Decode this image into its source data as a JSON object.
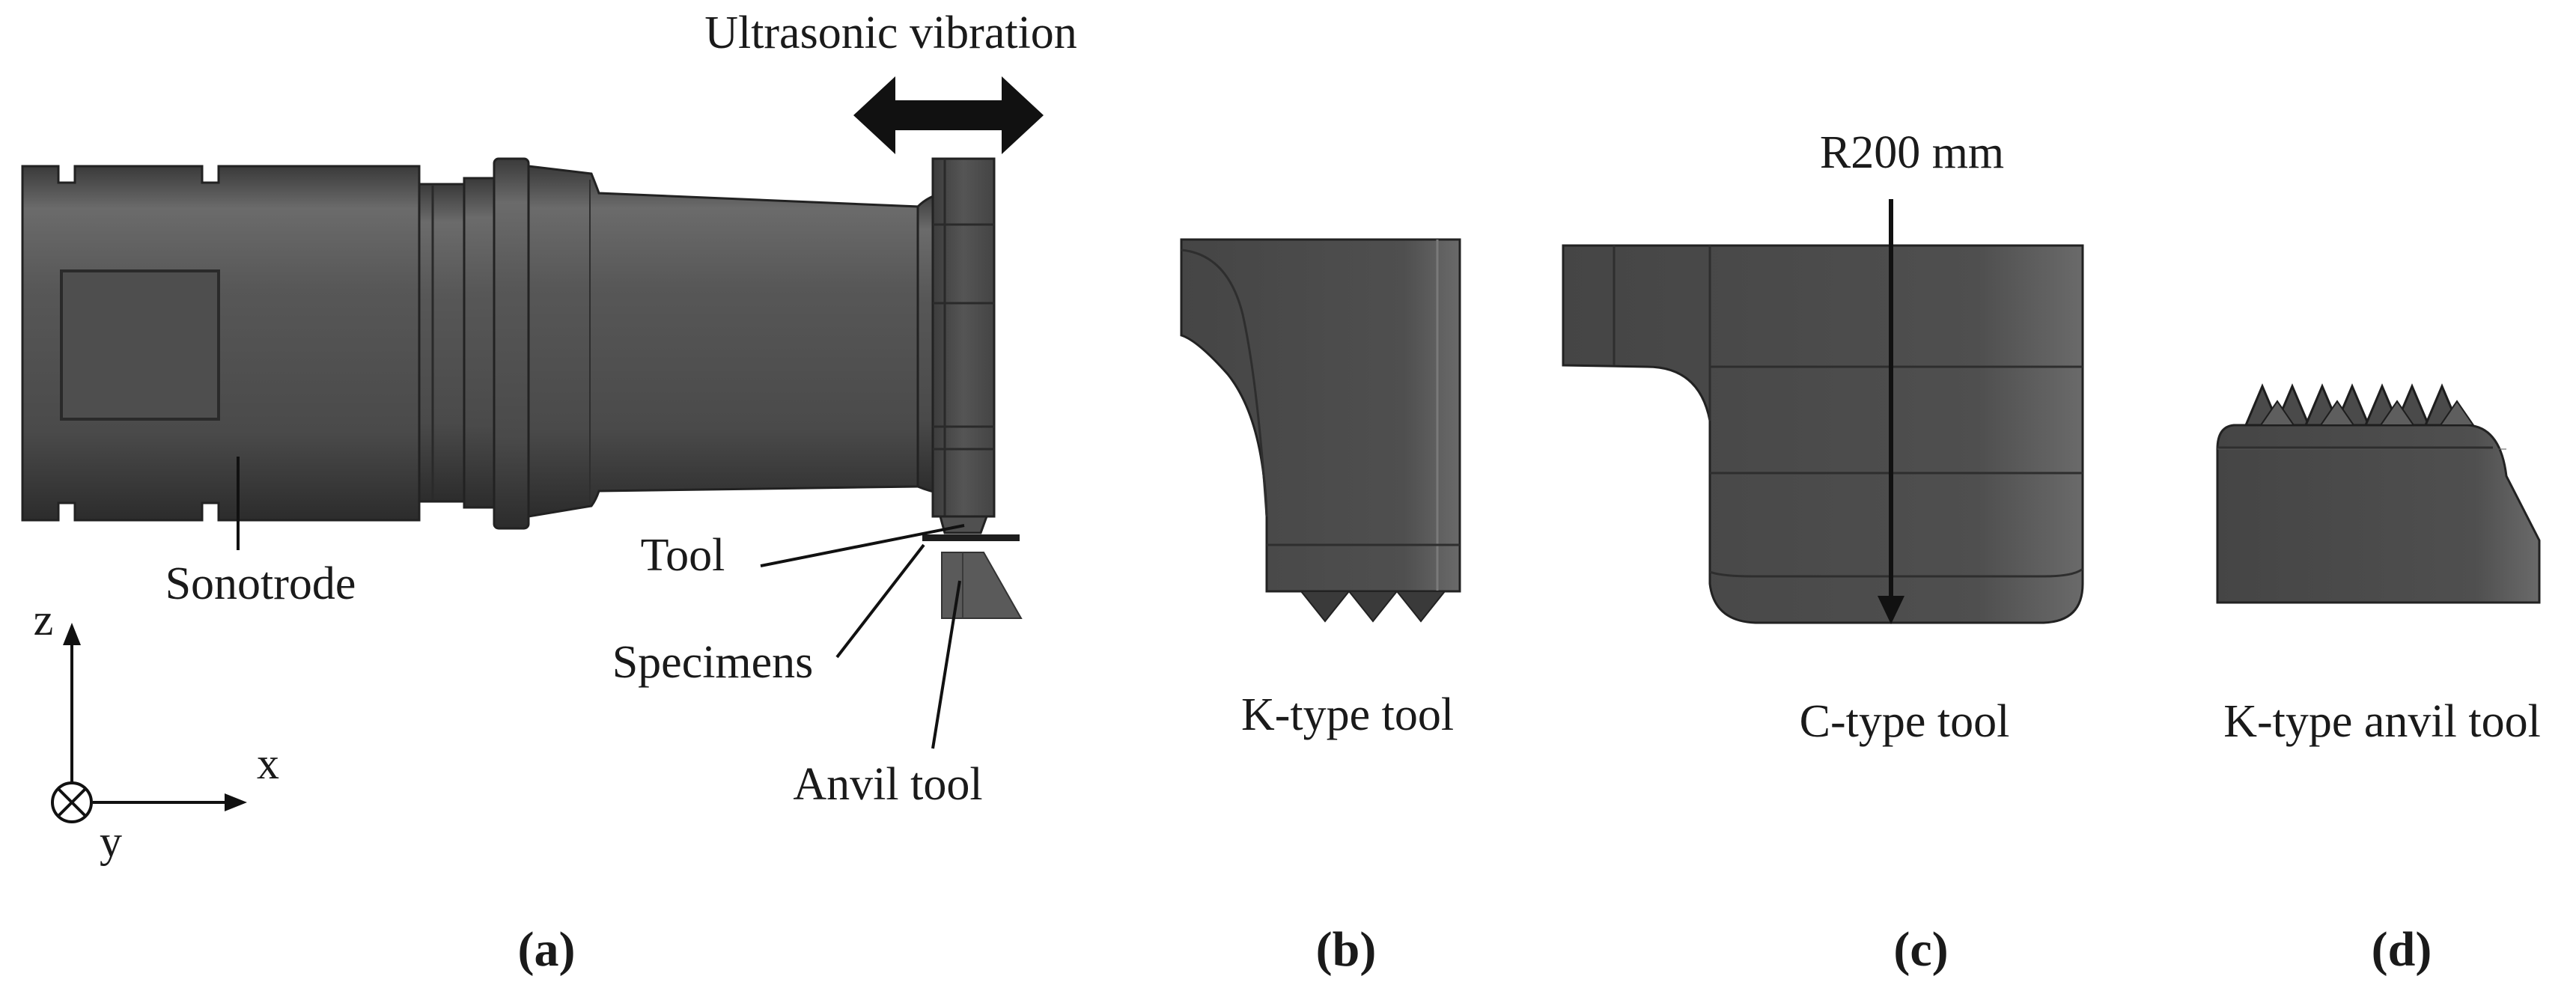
{
  "panel_a": {
    "vibration_label": "Ultrasonic vibration",
    "sonotrode_label": "Sonotrode",
    "tool_label": "Tool",
    "specimens_label": "Specimens",
    "anvil_label": "Anvil tool",
    "axis_z": "z",
    "axis_x": "x",
    "axis_y": "y",
    "caption": "(a)"
  },
  "panel_b": {
    "label": "K-type tool",
    "caption": "(b)"
  },
  "panel_c": {
    "radius_label": "R200 mm",
    "label": "C-type tool",
    "caption": "(c)"
  },
  "panel_d": {
    "label": "K-type anvil tool",
    "caption": "(d)"
  },
  "colors": {
    "body": "#4a4a4a",
    "body_dark": "#2f2f2f",
    "body_light": "#6a6a6a",
    "text": "#1a1a1a"
  }
}
